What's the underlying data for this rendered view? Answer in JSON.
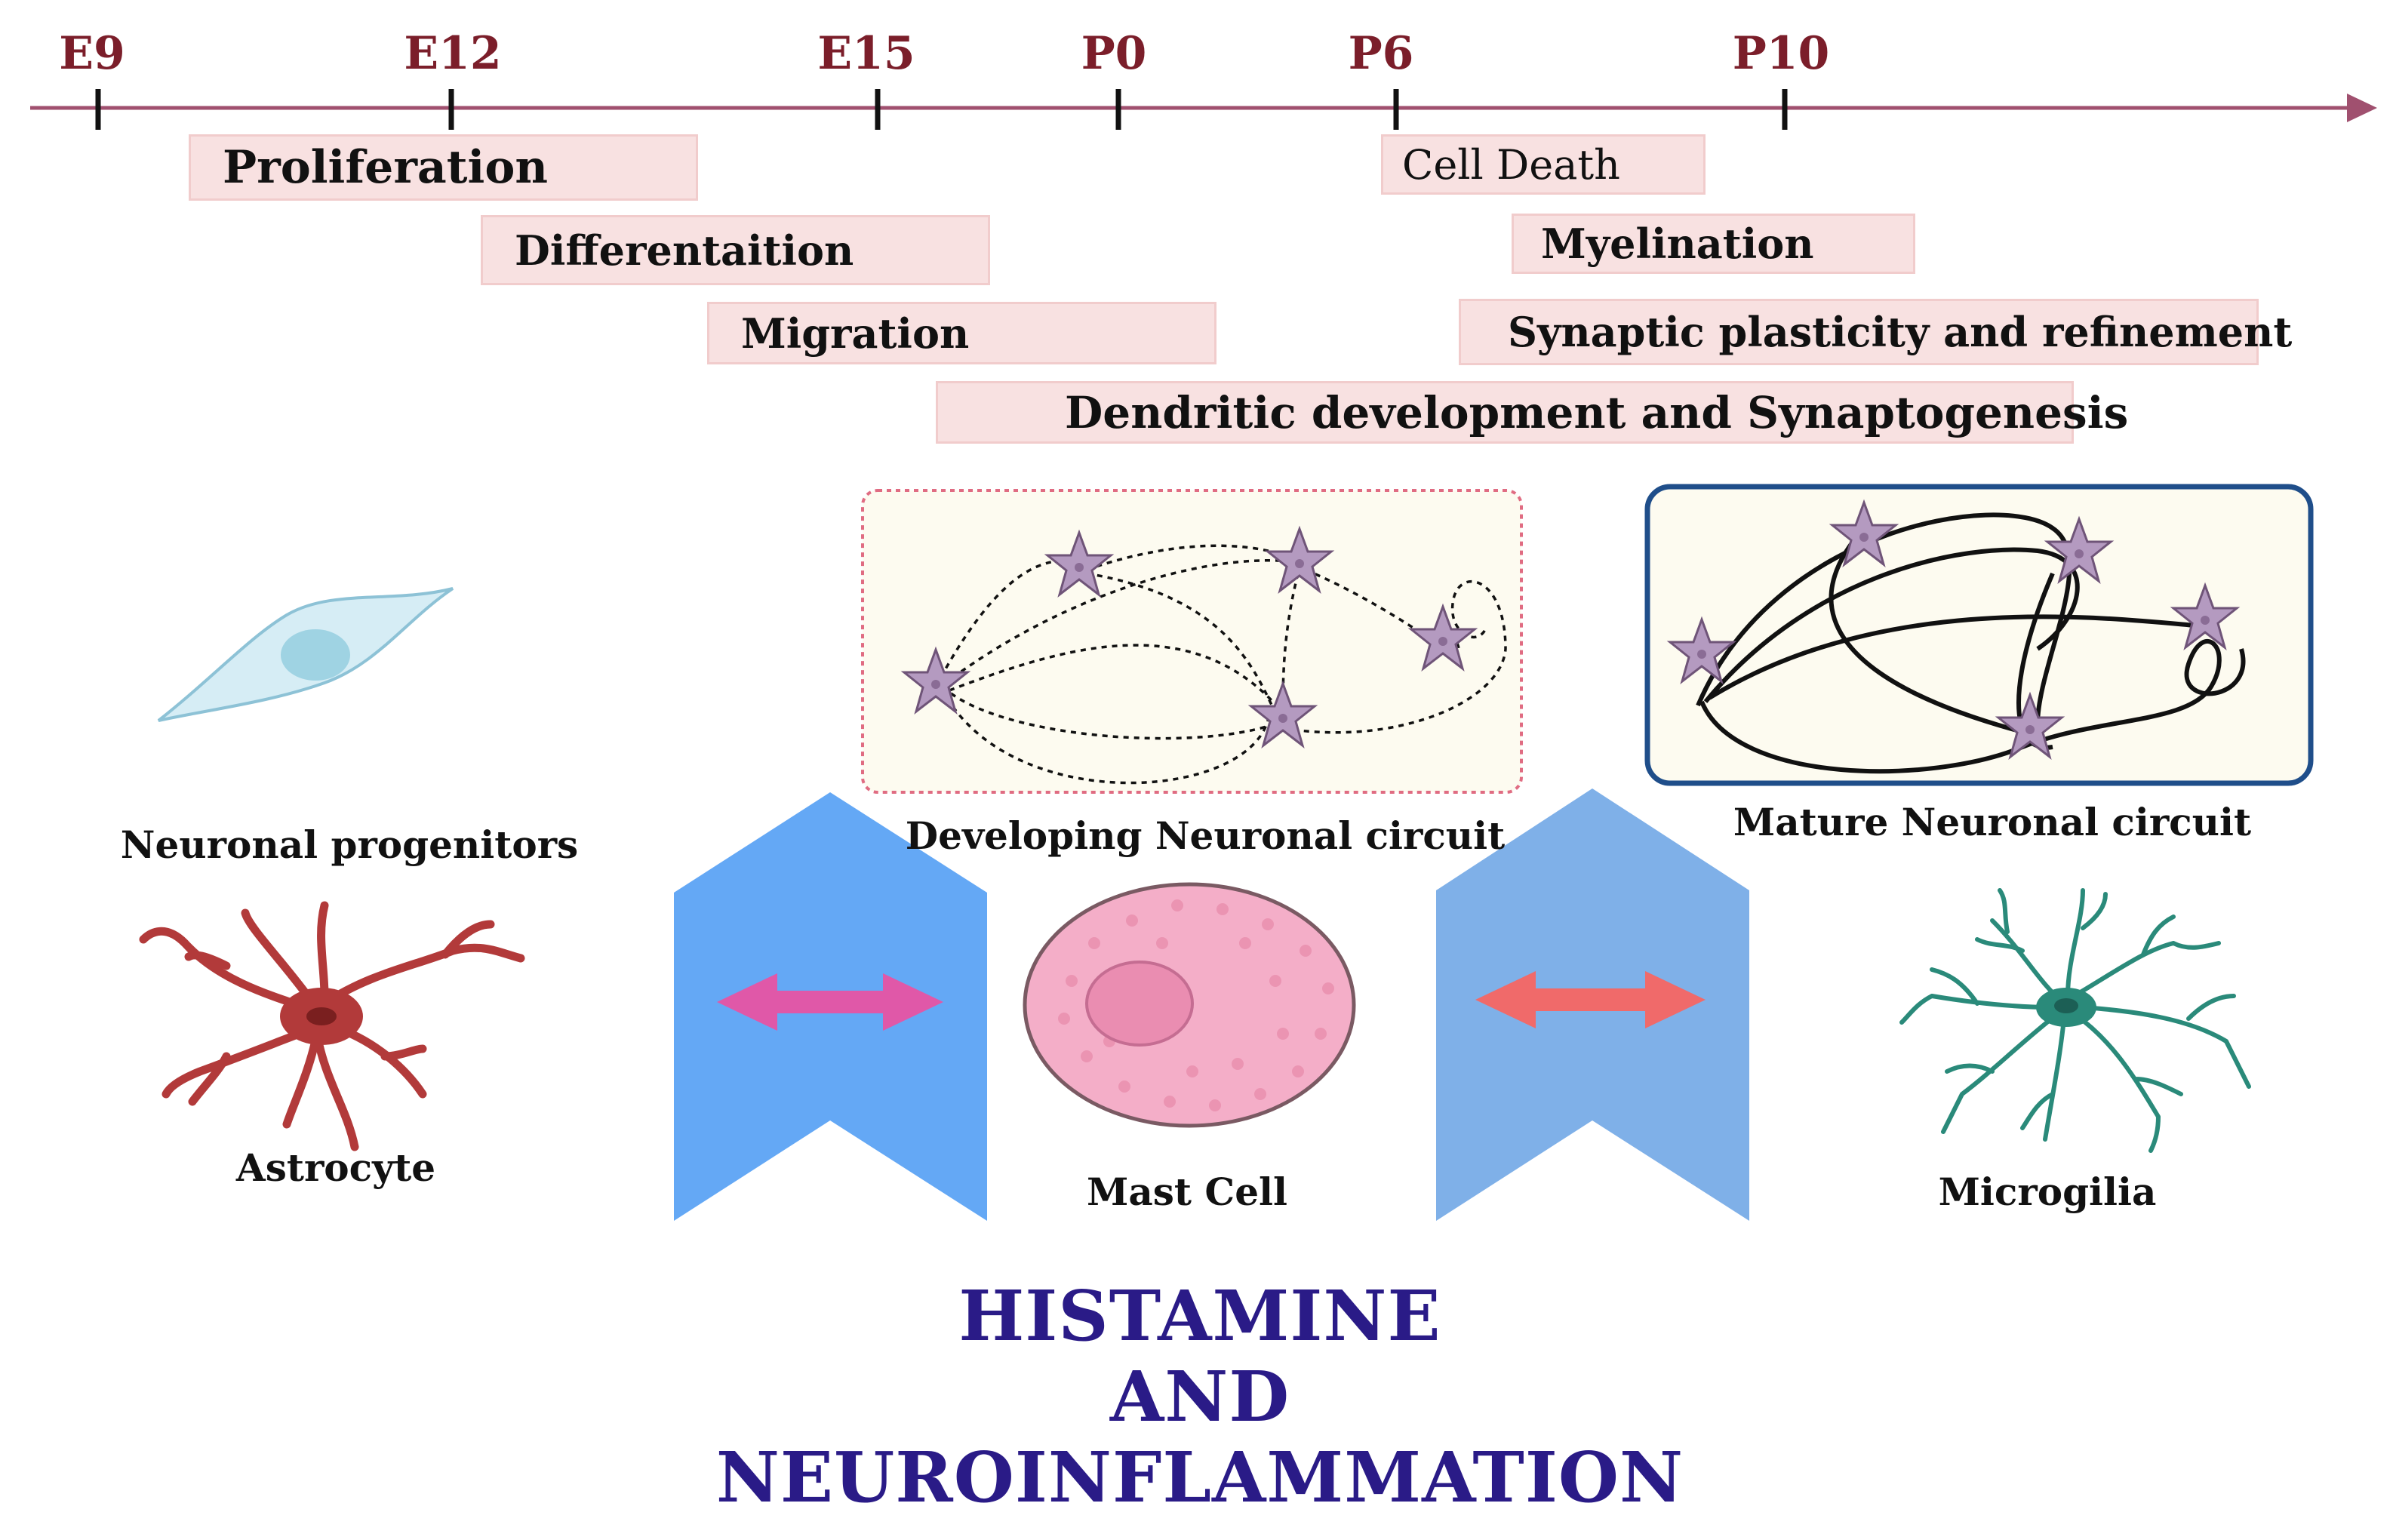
{
  "timeline": {
    "ticks": [
      "E9",
      "E12",
      "E15",
      "P0",
      "P6",
      "P10"
    ]
  },
  "phases": {
    "proliferation": "Proliferation",
    "differentiation": "Differentaition",
    "migration": "Migration",
    "dendritic": "Dendritic development and Synaptogenesis",
    "cell_death": "Cell Death",
    "myelination": "Myelination",
    "synaptic": "Synaptic plasticity and refinement"
  },
  "cells": {
    "neuronal_progenitors": "Neuronal progenitors",
    "astrocyte": "Astrocyte",
    "mast_cell": "Mast Cell",
    "microglia": "Microgilia",
    "developing_circuit": "Developing Neuronal circuit",
    "mature_circuit": "Mature Neuronal circuit"
  },
  "headline": {
    "line1": "HISTAMINE",
    "line2": "AND",
    "line3": "NEUROINFLAMMATION"
  },
  "colors": {
    "axis": "#a0506f",
    "tick_label": "#7b1e2a",
    "phase_fill": "#f8e1e1",
    "chevron_left": "#64a8f5",
    "chevron_right": "#7fb0e8",
    "arrow_left": "#e058a8",
    "arrow_right": "#f06a6a",
    "mast_cell": "#f4aec8",
    "astrocyte": "#b23a3a",
    "microglia": "#2a8a7a",
    "progenitor": "#cde8f2",
    "headline": "#2a1b87"
  }
}
